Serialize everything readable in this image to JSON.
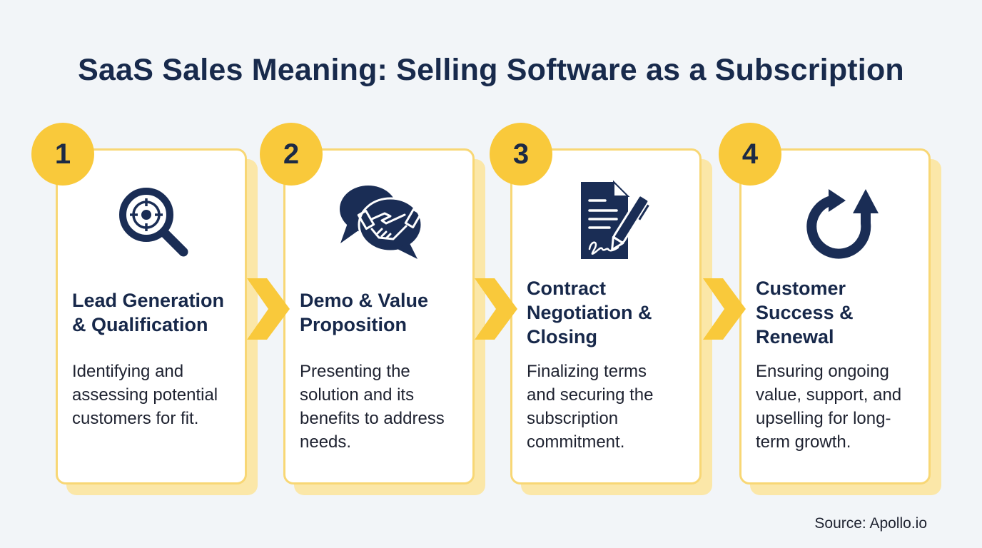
{
  "title": "SaaS Sales Meaning: Selling Software as a Subscription",
  "colors": {
    "accent_yellow": "#f9c93b",
    "card_border": "#f8d775",
    "card_shadow": "#fbe7a8",
    "navy": "#1a2d55",
    "background": "#f2f5f8"
  },
  "steps": [
    {
      "number": "1",
      "icon": "magnifier-target-icon",
      "heading": "Lead Generation & Qualification",
      "description": "Identifying and assessing potential customers for fit."
    },
    {
      "number": "2",
      "icon": "handshake-chat-icon",
      "heading": "Demo & Value Proposition",
      "description": "Presenting the solution and its benefits to address needs."
    },
    {
      "number": "3",
      "icon": "contract-signature-icon",
      "heading": "Contract Negotiation & Closing",
      "description": "Finalizing terms and securing the subscription commitment."
    },
    {
      "number": "4",
      "icon": "renewal-arrow-icon",
      "heading": "Customer Success & Renewal",
      "description": "Ensuring ongoing value, support, and upselling for long-term growth."
    }
  ],
  "source": "Source: Apollo.io"
}
